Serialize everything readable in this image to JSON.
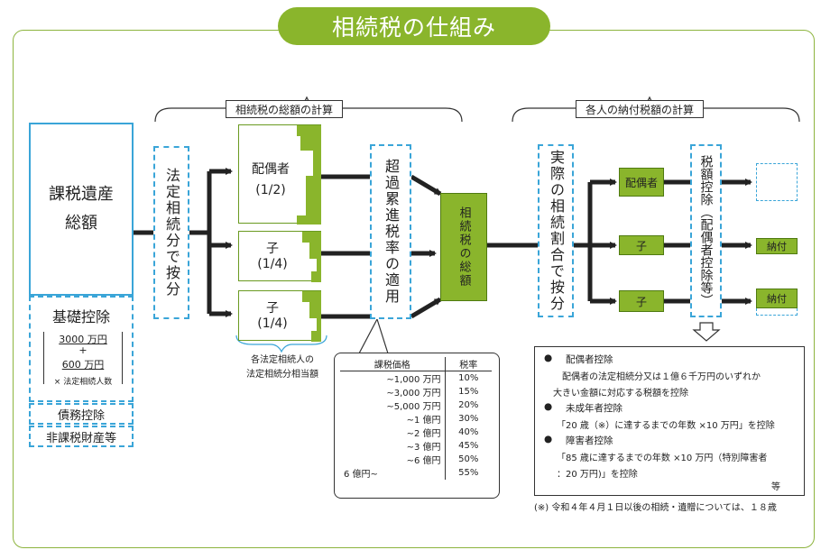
{
  "title": "相続税の仕組み",
  "headers": {
    "total_calc": "相続税の総額の計算",
    "individual_calc": "各人の納付税額の計算"
  },
  "left": {
    "estate": "課税遺産総額",
    "basic_deduction": "基礎控除",
    "formula_line1": "3000 万円",
    "formula_plus": "+",
    "formula_line2": "600 万円",
    "formula_line3": "× 法定相続人数",
    "debt_deduction": "債務控除",
    "non_taxable": "非課税財産等"
  },
  "steps": {
    "statutory_split": "法定相続分で按分",
    "progressive": "超過累進税率の適用",
    "total_tax": "相続税の総額",
    "actual_split": "実際の相続割合で按分",
    "deduction": "税額控除（配偶者控除等）"
  },
  "heirs": [
    {
      "name": "配偶者",
      "share": "(1/2)"
    },
    {
      "name": "子",
      "share": "(1/4)"
    },
    {
      "name": "子",
      "share": "(1/4)"
    }
  ],
  "heirs_caption1": "各法定相続人の",
  "heirs_caption2": "法定相続分相当額",
  "recipients": [
    "配偶者",
    "子",
    "子"
  ],
  "payments": [
    "",
    "納付",
    "納付"
  ],
  "rate_table": {
    "headers": [
      "課税価格",
      "税率"
    ],
    "rows": [
      [
        "~1,000 万円",
        "10%"
      ],
      [
        "~3,000 万円",
        "15%"
      ],
      [
        "~5,000 万円",
        "20%"
      ],
      [
        "~1 億円",
        "30%"
      ],
      [
        "~2 億円",
        "40%"
      ],
      [
        "~3 億円",
        "45%"
      ],
      [
        "~6 億円",
        "50%"
      ],
      [
        "6 億円~",
        "55%"
      ]
    ]
  },
  "notes": {
    "spouse_title": "配偶者控除",
    "spouse_text1": "配偶者の法定相続分又は１億６千万円のいずれか",
    "spouse_text2": "大きい金額に対応する税額を控除",
    "minor_title": "未成年者控除",
    "minor_text": "「20 歳（※）に達するまでの年数 ×10 万円」を控除",
    "disabled_title": "障害者控除",
    "disabled_text1": "「85 歳に達するまでの年数 ×10 万円（特別障害者",
    "disabled_text2": "：20 万円)」を控除",
    "etc": "等"
  },
  "footnote": "(※) 令和４年４月１日以後の相続・遺贈については、１８歳",
  "colors": {
    "green": "#8ab52c",
    "blue": "#3aa5d8",
    "frame": "#8db43e"
  }
}
